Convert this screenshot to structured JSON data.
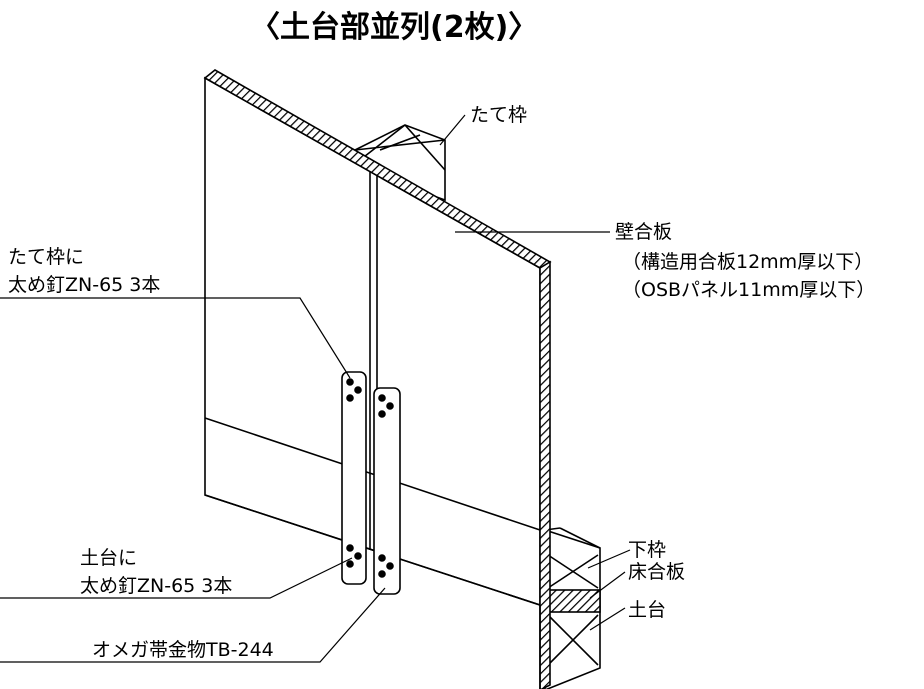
{
  "title": "〈土台部並列(2枚)〉",
  "labels": {
    "stud": "たて枠",
    "wall_plywood": "壁合板",
    "plywood_spec": "（構造用合板12mm厚以下）",
    "osb_spec": "（OSBパネル11mm厚以下）",
    "stud_nail_1": "たて枠に",
    "stud_nail_2": "太め釘ZN-65 3本",
    "sill_nail_1": "土台に",
    "sill_nail_2": "太め釘ZN-65 3本",
    "omega": "オメガ帯金物TB-244",
    "bottom_plate": "下枠",
    "floor_plywood": "床合板",
    "sill": "土台"
  }
}
